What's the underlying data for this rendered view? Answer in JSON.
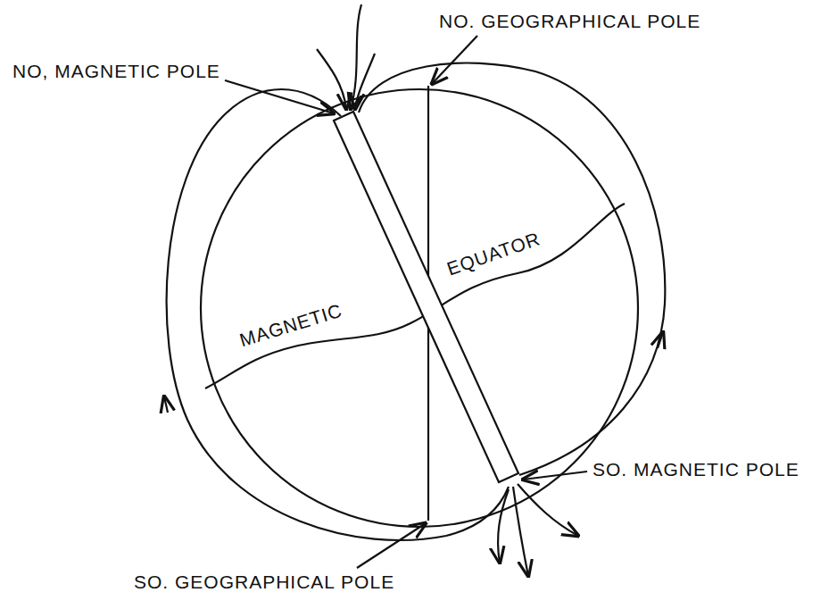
{
  "diagram": {
    "labels": [
      "NO. GEOGRAPHICAL POLE",
      "NO, MAGNETIC POLE",
      "MAGNETIC",
      "EQUATOR",
      "SO. MAGNETIC POLE",
      "SO. GEOGRAPHICAL POLE"
    ]
  }
}
